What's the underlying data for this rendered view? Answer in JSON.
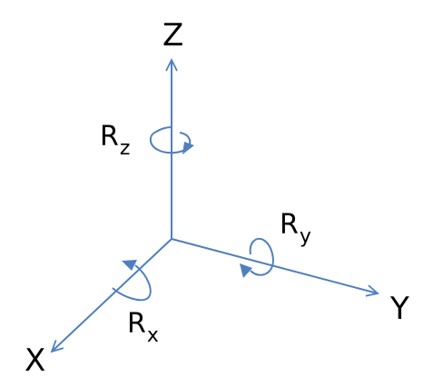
{
  "axes": {
    "z_label": "Z",
    "y_label": "Y",
    "x_label": "X"
  },
  "rotations": {
    "rz": {
      "main": "R",
      "sub": "z"
    },
    "ry": {
      "main": "R",
      "sub": "y"
    },
    "rx": {
      "main": "R",
      "sub": "x"
    }
  },
  "colors": {
    "line": "#4f7fbf",
    "text": "#000000"
  }
}
